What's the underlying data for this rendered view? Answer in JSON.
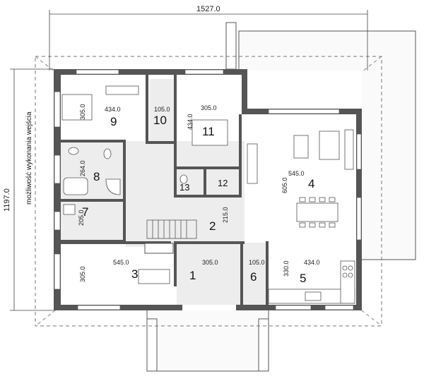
{
  "dimensions": {
    "total_width": "1527.0",
    "total_depth": "1197.0"
  },
  "entrance_note": "możliwość wykonania wejścia",
  "rooms": [
    {
      "number": "1"
    },
    {
      "number": "2",
      "dimension": "215.0"
    },
    {
      "number": "3",
      "dimension_w": "545.0",
      "dimension_h": "305.0"
    },
    {
      "number": "4",
      "dimension_w": "545.0",
      "dimension_h": "605.0"
    },
    {
      "number": "5",
      "dimension_w": "434.0",
      "dimension_h": "330.0"
    },
    {
      "number": "6",
      "dimension_w": "105.0"
    },
    {
      "number": "7",
      "dimension_h": "205.0"
    },
    {
      "number": "8",
      "dimension_h": "264.0"
    },
    {
      "number": "9",
      "dimension_w": "434.0",
      "dimension_h": "305.0"
    },
    {
      "number": "10",
      "dimension_w": "105.0"
    },
    {
      "number": "11",
      "dimension_w": "305.0",
      "dimension_h": "434.0"
    },
    {
      "number": "12"
    },
    {
      "number": "13"
    }
  ],
  "hall_dimension": "305.0",
  "colors": {
    "wall": "#555555",
    "floor_tile": "#e9e9e9",
    "line": "#333333"
  }
}
